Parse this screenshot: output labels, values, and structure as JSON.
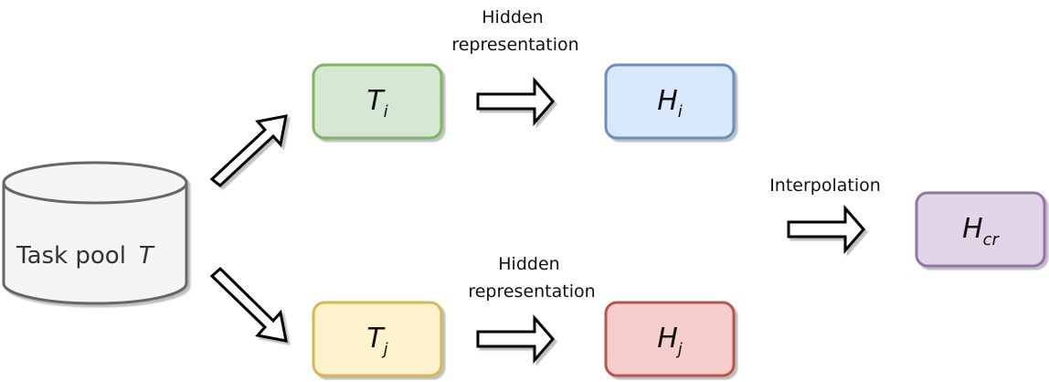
{
  "pool": {
    "label": "Task pool",
    "symbol": "T"
  },
  "nodes": {
    "ti": {
      "main": "T",
      "sub": "i",
      "fill": "#d5e8d4",
      "stroke": "#82b366"
    },
    "hi": {
      "main": "H",
      "sub": "i",
      "fill": "#dae8fc",
      "stroke": "#6c8ebf"
    },
    "tj": {
      "main": "T",
      "sub": "j",
      "fill": "#fff2cc",
      "stroke": "#d6b656"
    },
    "hj": {
      "main": "H",
      "sub": "j",
      "fill": "#f8cecc",
      "stroke": "#b85450"
    },
    "hcr": {
      "main": "H",
      "sub": "cr",
      "fill": "#e1d5e7",
      "stroke": "#9673a6"
    }
  },
  "captions": {
    "top": [
      "Hidden",
      "representation"
    ],
    "bottom": [
      "Hidden",
      "representation"
    ],
    "interp": "Interpolation"
  }
}
